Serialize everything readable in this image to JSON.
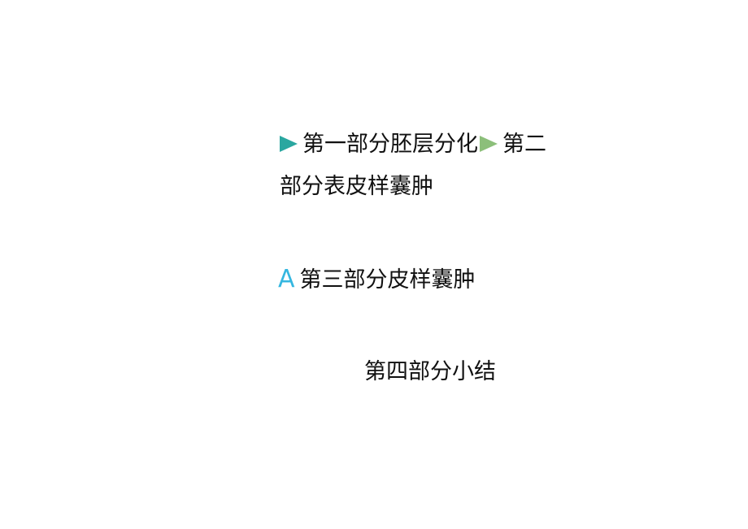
{
  "toc": {
    "line1_part1": "第一部分胚层分化",
    "line1_part2": "第二",
    "line2": "部分表皮样囊肿",
    "line3_marker": "A",
    "line3": "第三部分皮样囊肿",
    "line4": "第四部分小结"
  },
  "colors": {
    "marker_teal": "#2aa7a0",
    "marker_green": "#8cbf7a",
    "marker_blue": "#35b7e0",
    "text": "#111111"
  },
  "icons": {
    "marker1": "triangle-bullet-icon",
    "marker2": "triangle-bullet-icon"
  }
}
